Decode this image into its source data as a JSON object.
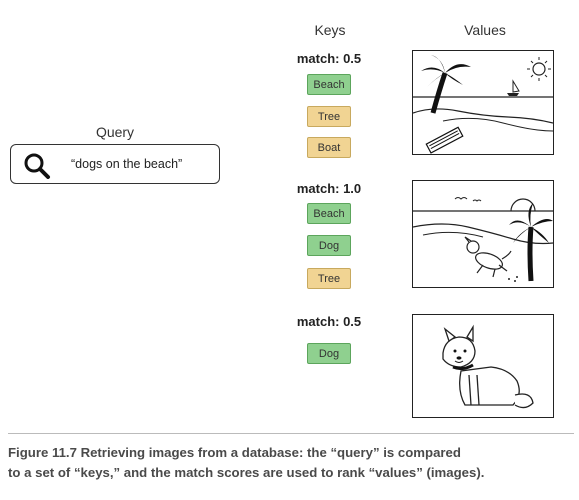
{
  "headers": {
    "keys": "Keys",
    "values": "Values",
    "query": "Query"
  },
  "search": {
    "query_text": "“dogs on the beach”",
    "icon": "search-icon"
  },
  "groups": [
    {
      "match": "match: 0.5",
      "keys": [
        {
          "label": "Beach",
          "color": "#8fd08f"
        },
        {
          "label": "Tree",
          "color": "#f1d493"
        },
        {
          "label": "Boat",
          "color": "#f1d493"
        }
      ],
      "image": "beach-with-palm-tree-boat-and-towel"
    },
    {
      "match": "match: 1.0",
      "keys": [
        {
          "label": "Beach",
          "color": "#8fd08f"
        },
        {
          "label": "Dog",
          "color": "#8fd08f"
        },
        {
          "label": "Tree",
          "color": "#f1d493"
        }
      ],
      "image": "dog-running-on-beach-with-palm-tree"
    },
    {
      "match": "match: 0.5",
      "keys": [
        {
          "label": "Dog",
          "color": "#8fd08f"
        }
      ],
      "image": "sitting-dog"
    }
  ],
  "caption": {
    "line1": "Figure 11.7    Retrieving images from a database: the “query” is compared",
    "line2": "to a set of “keys,” and the match scores are used to rank “values” (images)."
  }
}
